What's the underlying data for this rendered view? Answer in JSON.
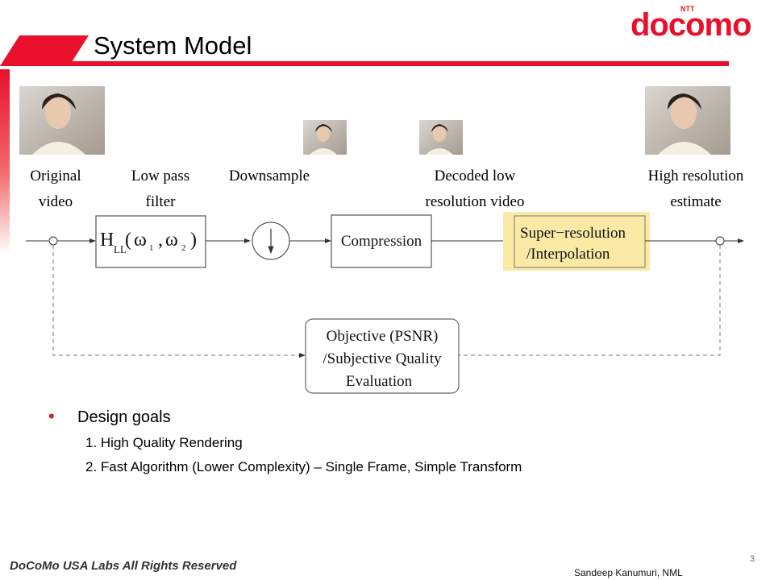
{
  "slide": {
    "title": "System Model",
    "logo_top": "NTT",
    "logo_text": "docomo",
    "page_number": "3",
    "footer_left": "DoCoMo USA Labs All Rights Reserved",
    "footer_right": "Sandeep Kanumuri,  NML"
  },
  "diagram": {
    "labels": {
      "original_line1": "Original",
      "original_line2": "video",
      "lpf_line1": "Low pass",
      "lpf_line2": "filter",
      "downsample": "Downsample",
      "decoded_line1": "Decoded low",
      "decoded_line2": "resolution video",
      "highres_line1": "High resolution",
      "highres_line2": "estimate"
    },
    "filter_H": "H",
    "filter_sub": "LL",
    "filter_open": "(",
    "filter_w1": "ω",
    "filter_sub1": "1",
    "filter_comma": ",",
    "filter_w2": "ω",
    "filter_sub2": "2",
    "filter_close": ")",
    "compression": "Compression",
    "sr_line1": "Super−resolution",
    "sr_line2": "/Interpolation",
    "eval_line1": "Objective (PSNR)",
    "eval_line2": "/Subjective Quality",
    "eval_line3": "Evaluation",
    "highlight_color": "#fbe9a6"
  },
  "goals": {
    "title": "Design goals",
    "items": [
      "1.  High Quality Rendering",
      "2.  Fast Algorithm (Lower Complexity) – Single Frame, Simple Transform"
    ]
  },
  "colors": {
    "brand_red": "#e8102a"
  }
}
